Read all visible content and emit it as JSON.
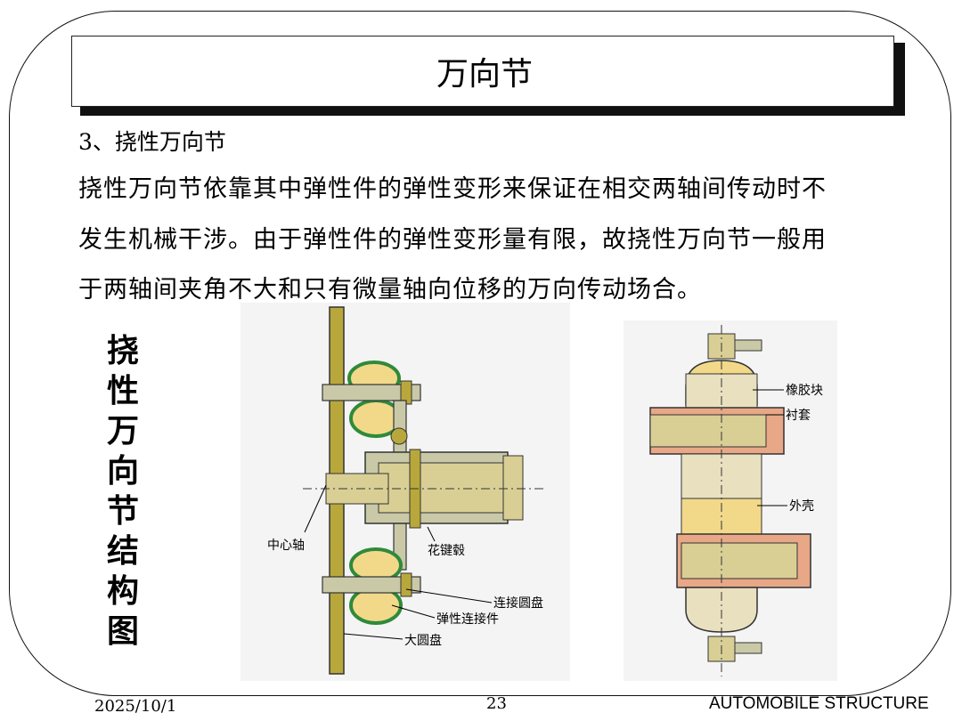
{
  "title": "万向节",
  "subheading": "3、挠性万向节",
  "body_lines": [
    "挠性万向节依靠其中弹性件的弹性变形来保证在相交两轴间传动时不",
    "发生机械干涉。由于弹性件的弹性变形量有限，故挠性万向节一般用",
    "于两轴间夹角不大和只有微量轴向位移的万向传动场合。"
  ],
  "vertical_title_chars": [
    "挠",
    "性",
    "万",
    "向",
    "节",
    "结",
    "构",
    "图"
  ],
  "diagram_left": {
    "labels": {
      "center_shaft": "中心轴",
      "spline_hub": "花键毂",
      "connecting_disc": "连接圆盘",
      "elastic_connector": "弹性连接件",
      "large_disc": "大圆盘"
    }
  },
  "diagram_right": {
    "labels": {
      "rubber_block": "橡胶块",
      "bushing": "衬套",
      "shell": "外壳"
    }
  },
  "footer": {
    "date": "2025/10/1",
    "page_number": "23",
    "course": "AUTOMOBILE STRUCTURE"
  },
  "colors": {
    "disc_olive": "#b8a83c",
    "rubber_green": "#2f8a3a",
    "rubber_fill": "#f2d98a",
    "metal_gray": "#c9c9a8",
    "bushing_pink": "#e8a887",
    "shaft_beige": "#d9cf95"
  }
}
